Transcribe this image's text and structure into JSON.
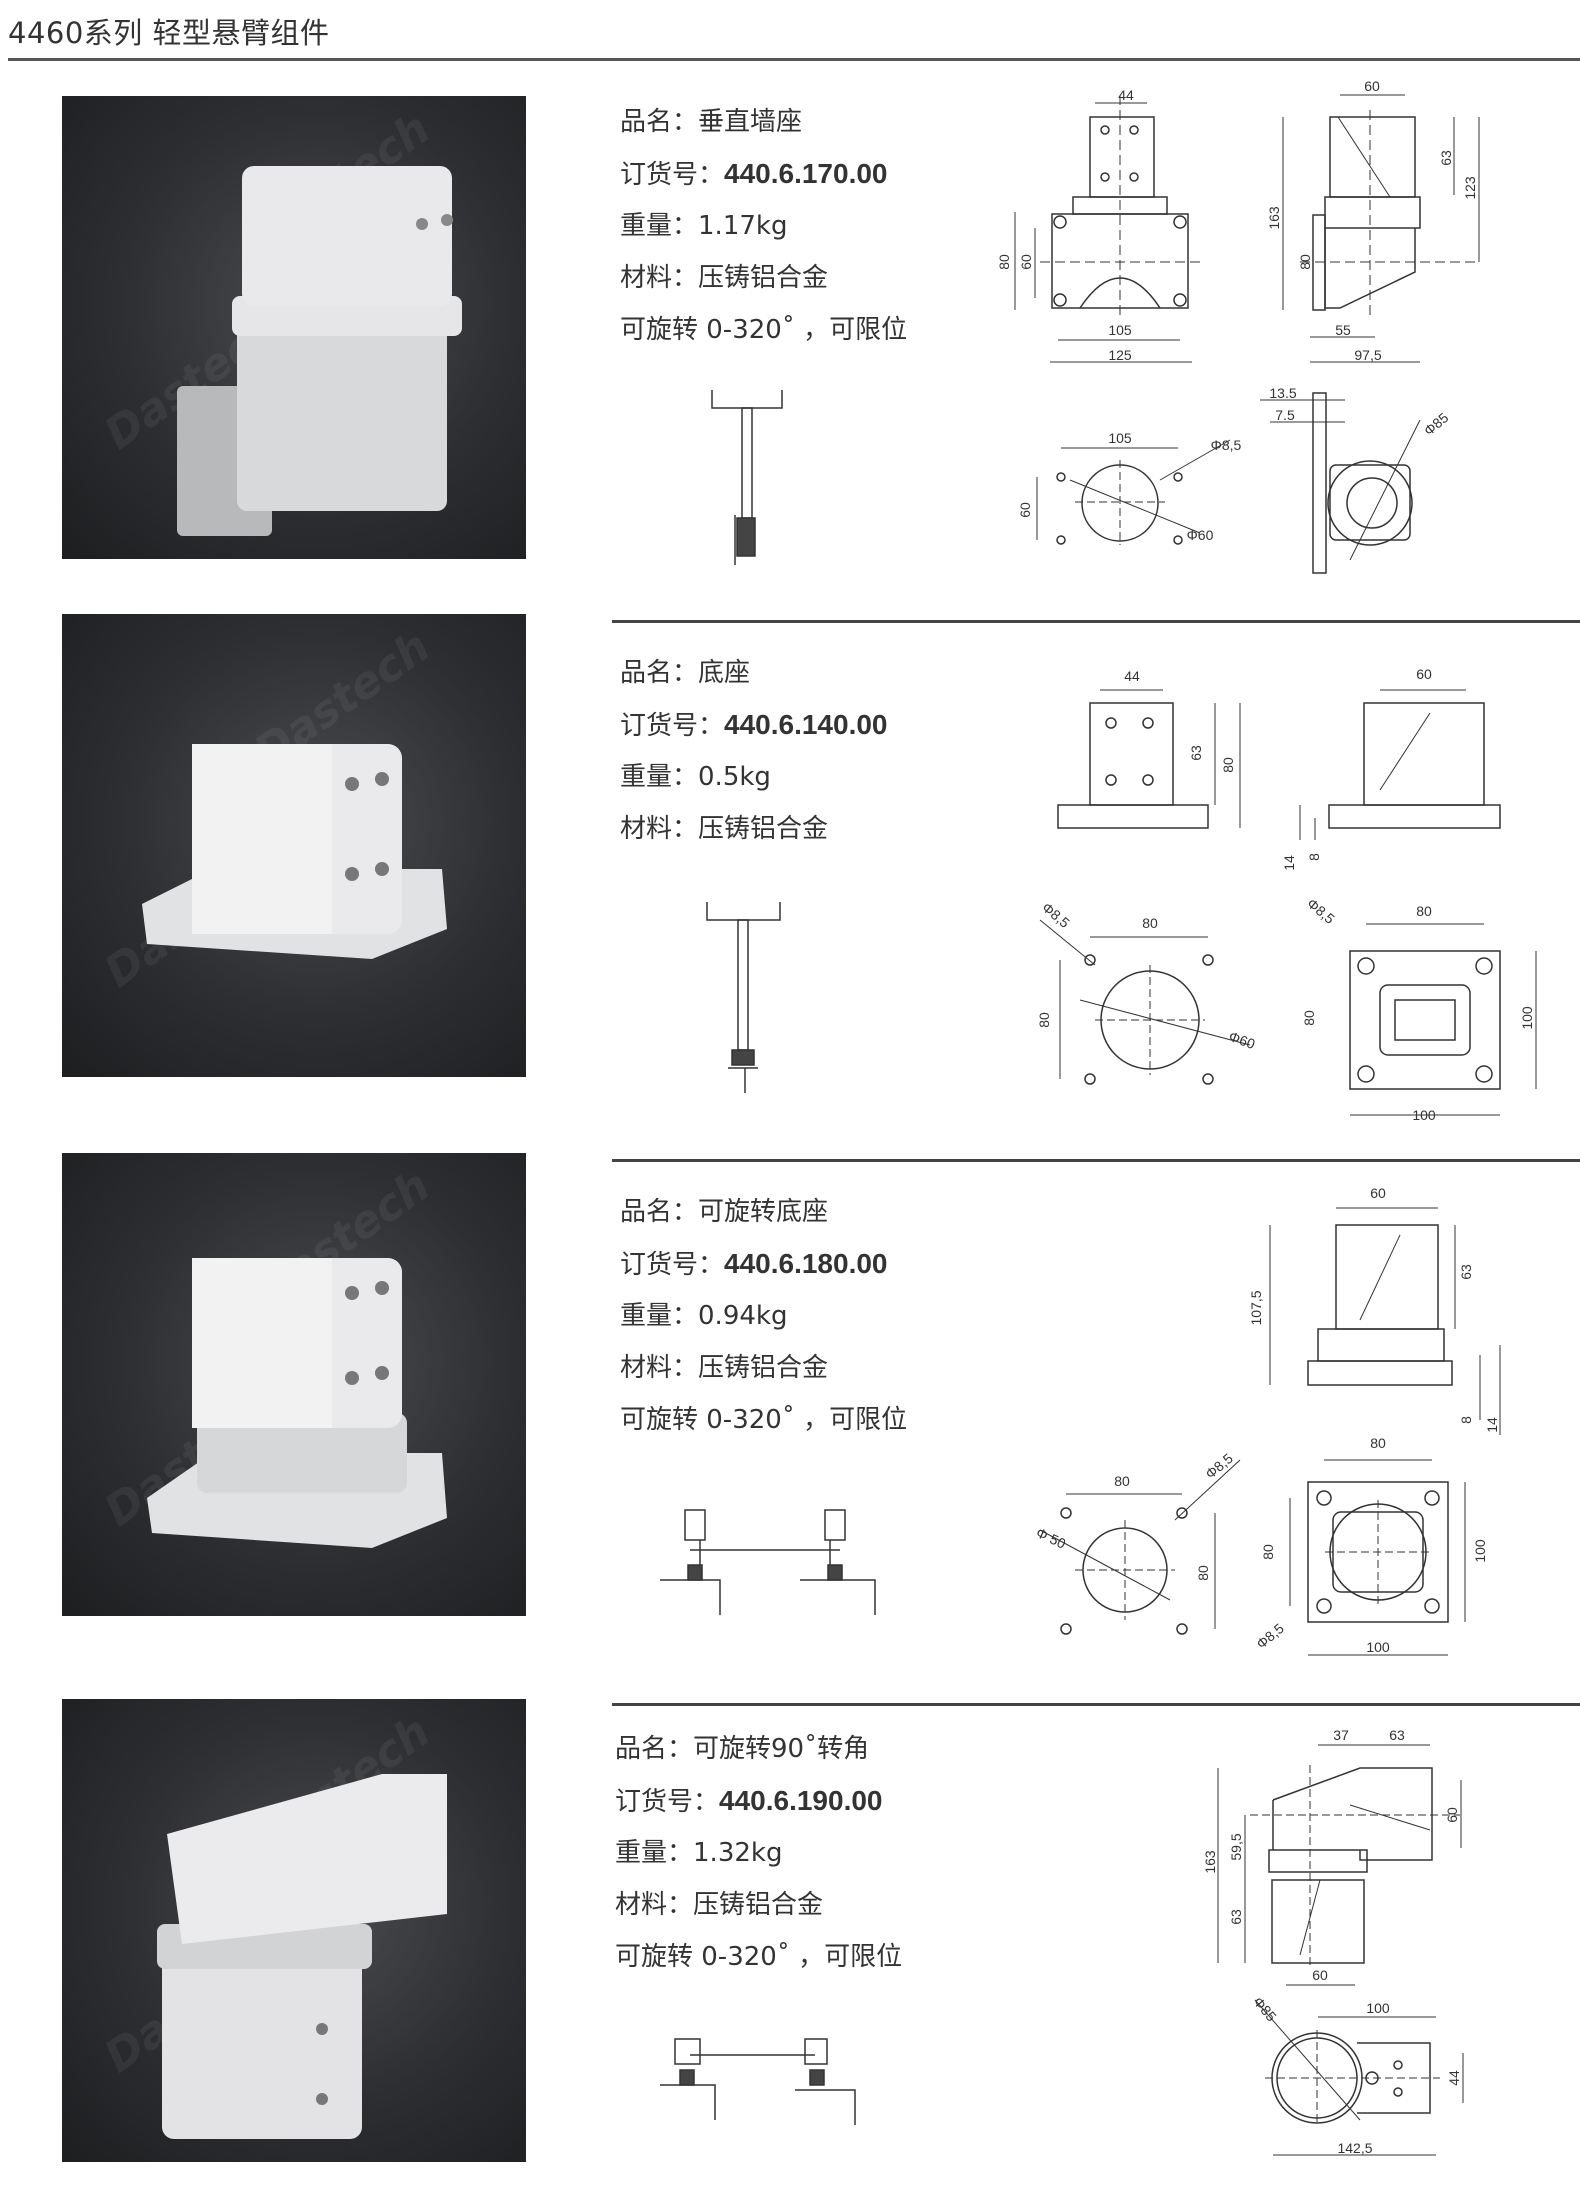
{
  "header": {
    "title": "4460系列  轻型悬臂组件"
  },
  "watermark": "Dastech",
  "labels": {
    "name": "品名：",
    "order_no": "订货号：",
    "weight": "重量：",
    "material": "材料："
  },
  "products": [
    {
      "name": "垂直墙座",
      "order_no": "440.6.170.00",
      "weight": "1.17kg",
      "material": "压铸铝合金",
      "note": "可旋转 0-320˚ ，可限位",
      "dims": [
        "44",
        "60",
        "63",
        "123",
        "163",
        "80",
        "60",
        "80",
        "105",
        "125",
        "55",
        "97,5",
        "13.5",
        "7.5",
        "Φ85",
        "105",
        "Φ8,5",
        "60",
        "Φ60"
      ]
    },
    {
      "name": "底座",
      "order_no": "440.6.140.00",
      "weight": "0.5kg",
      "material": "压铸铝合金",
      "dims": [
        "44",
        "63",
        "80",
        "60",
        "14",
        "8",
        "Φ8,5",
        "80",
        "80",
        "Φ60",
        "Φ8,5",
        "80",
        "80",
        "100",
        "100"
      ]
    },
    {
      "name": "可旋转底座",
      "order_no": "440.6.180.00",
      "weight": "0.94kg",
      "material": "压铸铝合金",
      "note": "可旋转 0-320˚ ，可限位",
      "dims": [
        "60",
        "107,5",
        "63",
        "8",
        "14",
        "80",
        "Φ8,5",
        "80",
        "Φ 50",
        "80",
        "80",
        "100",
        "Φ8,5",
        "100"
      ]
    },
    {
      "name": "可旋转90˚转角",
      "order_no": "440.6.190.00",
      "weight": "1.32kg",
      "material": "压铸铝合金",
      "note": "可旋转 0-320˚ ，可限位",
      "dims": [
        "37",
        "63",
        "163",
        "59,5",
        "60",
        "63",
        "60",
        "Φ85",
        "100",
        "44",
        "142,5"
      ]
    }
  ]
}
